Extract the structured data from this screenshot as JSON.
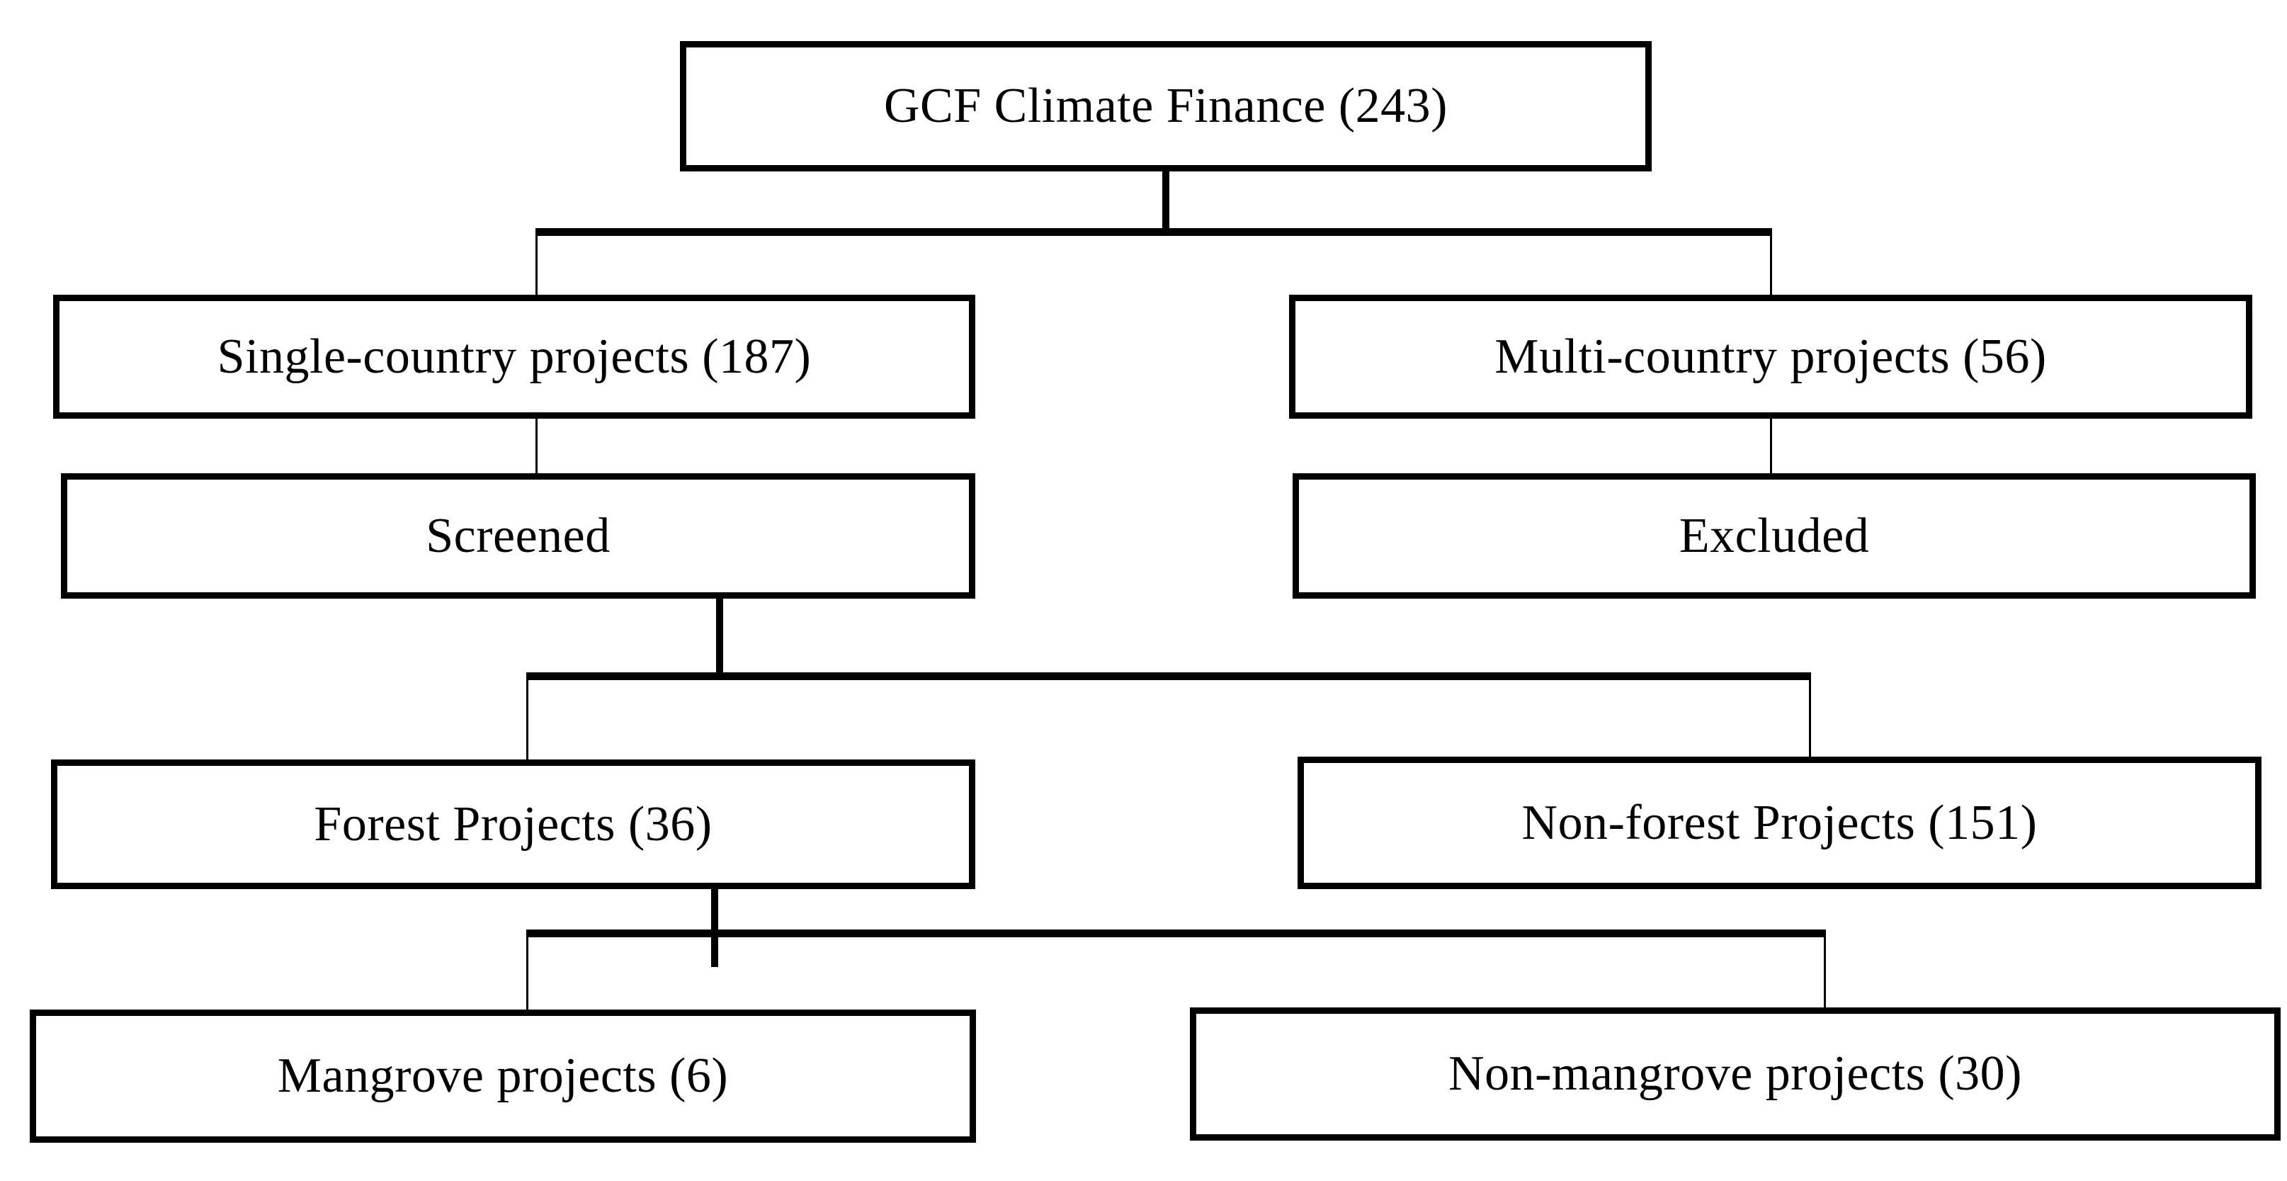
{
  "diagram": {
    "title": "GCF climate finance project screening flowchart",
    "type": "flowchart",
    "orientation": "top-down",
    "background_color": "#ffffff",
    "line_color": "#000000",
    "text_color": "#000000",
    "nodes": [
      {
        "id": "root",
        "label": "GCF Climate Finance (243)",
        "count": 243,
        "level": 0
      },
      {
        "id": "single",
        "label": "Single-country projects (187)",
        "count": 187,
        "level": 1
      },
      {
        "id": "multi",
        "label": "Multi-country projects (56)",
        "count": 56,
        "level": 1
      },
      {
        "id": "screened",
        "label": "Screened",
        "count": null,
        "level": 2
      },
      {
        "id": "excluded",
        "label": "Excluded",
        "count": null,
        "level": 2
      },
      {
        "id": "forest",
        "label": "Forest Projects (36)",
        "count": 36,
        "level": 3
      },
      {
        "id": "nonforest",
        "label": "Non-forest Projects (151)",
        "count": 151,
        "level": 3
      },
      {
        "id": "mangrove",
        "label": "Mangrove projects (6)",
        "count": 6,
        "level": 4
      },
      {
        "id": "nonmangrove",
        "label": "Non-mangrove projects (30)",
        "count": 30,
        "level": 4
      }
    ],
    "edges": [
      {
        "from": "root",
        "to": "single"
      },
      {
        "from": "root",
        "to": "multi"
      },
      {
        "from": "single",
        "to": "screened"
      },
      {
        "from": "multi",
        "to": "excluded"
      },
      {
        "from": "screened",
        "to": "forest"
      },
      {
        "from": "screened",
        "to": "nonforest"
      },
      {
        "from": "forest",
        "to": "mangrove"
      },
      {
        "from": "forest",
        "to": "nonmangrove"
      }
    ]
  }
}
